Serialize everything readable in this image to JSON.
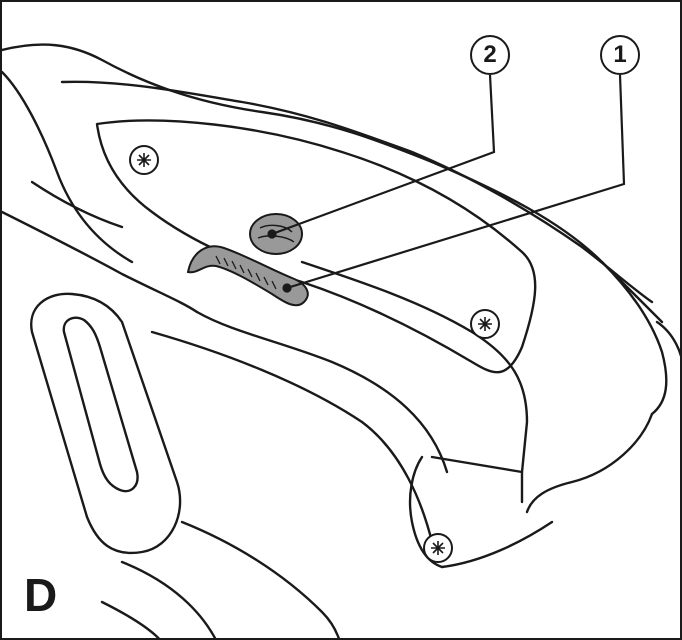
{
  "figure": {
    "label": "D",
    "callouts": [
      {
        "number": "2",
        "target": "release-button"
      },
      {
        "number": "1",
        "target": "switch-lever"
      }
    ]
  },
  "colors": {
    "line": "#1a1a1a",
    "highlight": "#999999",
    "background": "#ffffff"
  }
}
